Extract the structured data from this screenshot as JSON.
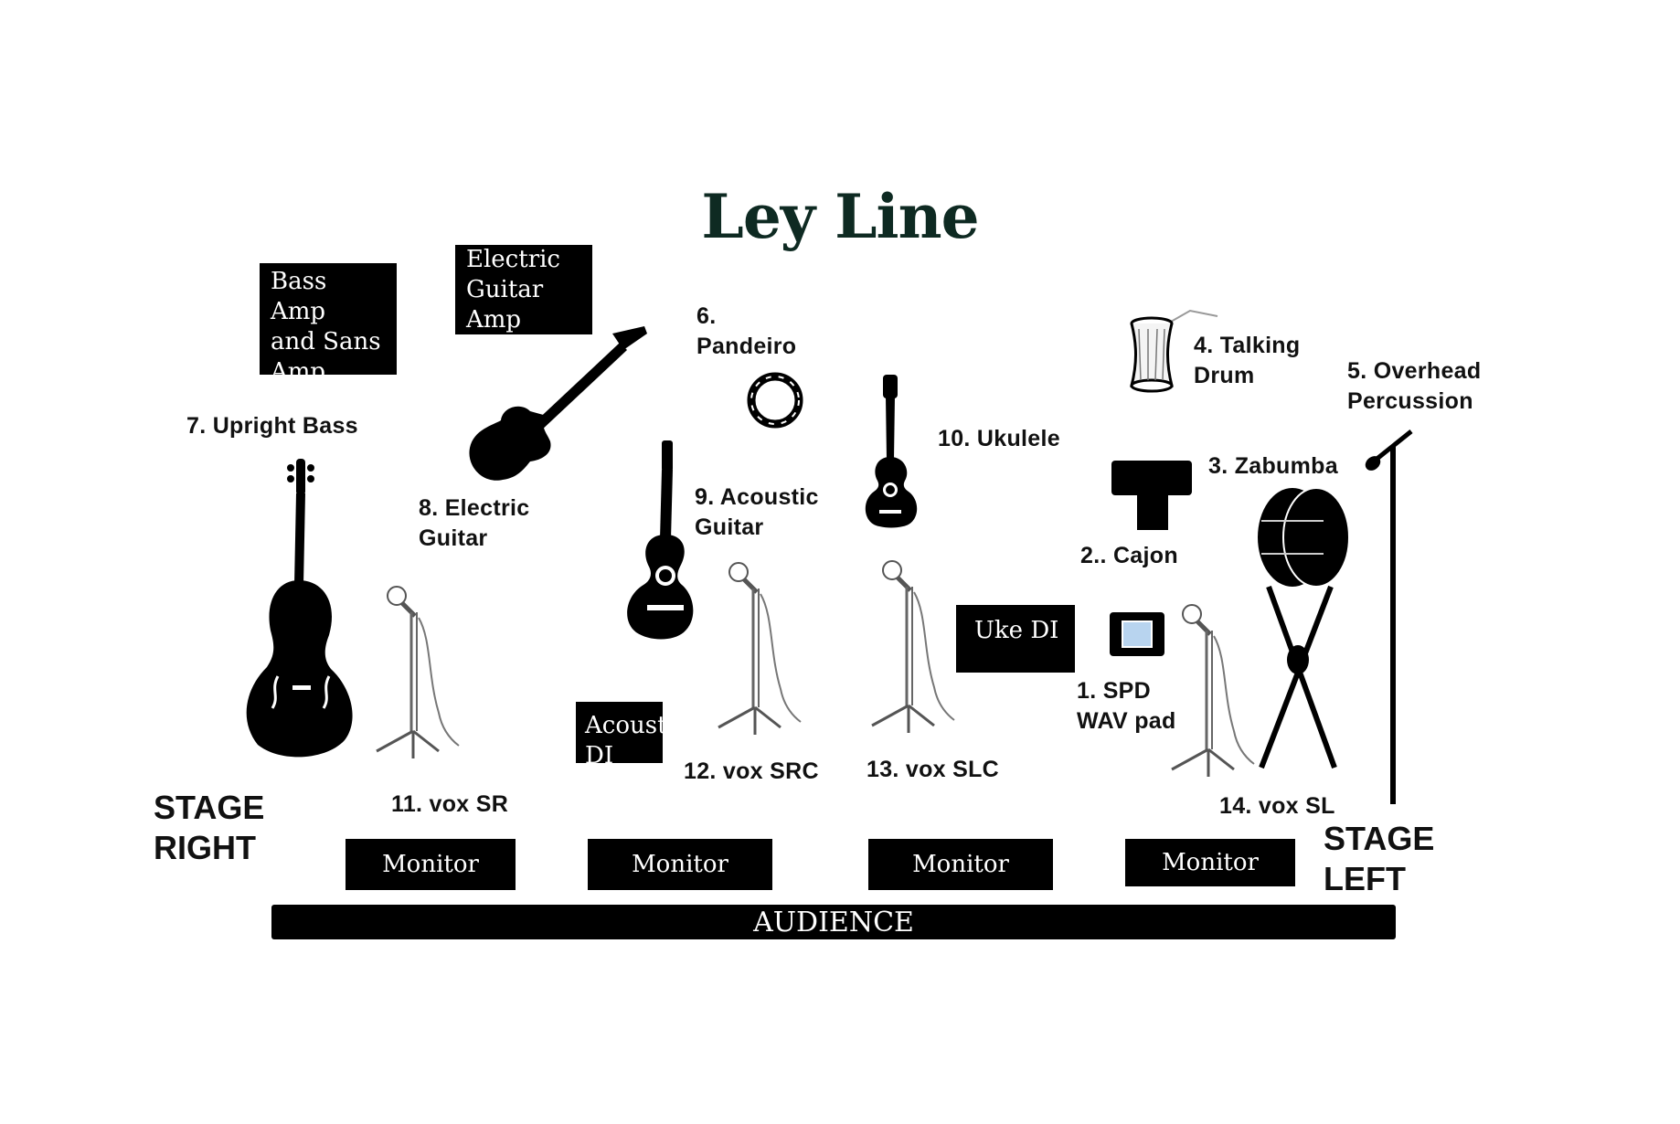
{
  "title": "Ley Line",
  "stage_right": "STAGE\nRIGHT",
  "stage_left": "STAGE\nLEFT",
  "audience": "AUDIENCE",
  "boxes": {
    "bass_amp": "Bass Amp\nand Sans\nAmp",
    "guitar_amp": "Electric\nGuitar\nAmp",
    "uke_di": "Uke DI",
    "acoustic_di": "Acousti\nDI"
  },
  "monitors": [
    "Monitor",
    "Monitor",
    "Monitor",
    "Monitor"
  ],
  "inputs": {
    "spd": "1.  SPD\nWAV pad",
    "cajon": "2.. Cajon",
    "zabumba": "3.  Zabumba",
    "talking_drum": "4.  Talking\nDrum",
    "overhead": "5.  Overhead\nPercussion",
    "pandeiro": "6.\nPandeiro",
    "upright_bass": "7. Upright Bass",
    "electric_guitar": "8.  Electric\nGuitar",
    "acoustic_guitar": "9. Acoustic\nGuitar",
    "ukulele": "10.  Ukulele",
    "vox_sr": "11. vox SR",
    "vox_src": "12. vox SRC",
    "vox_slc": "13. vox SLC",
    "vox_sl": "14. vox SL"
  }
}
